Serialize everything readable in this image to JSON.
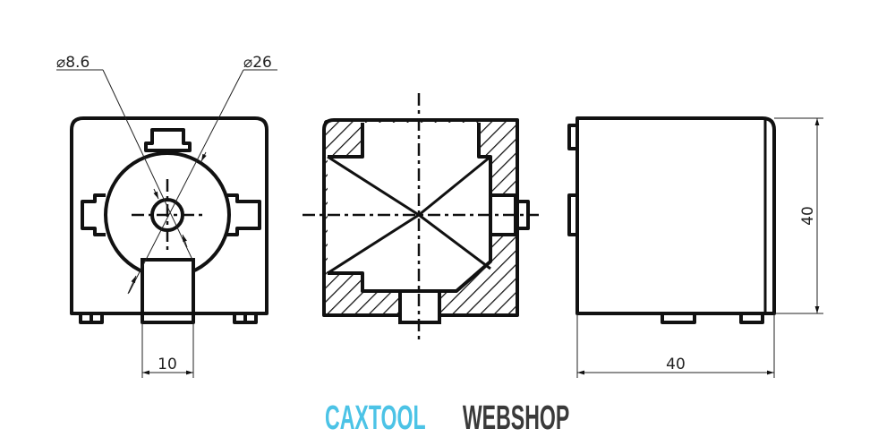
{
  "dimensions": {
    "hole_diameter": "⌀8.6",
    "bore_diameter": "⌀26",
    "slot_width": "10",
    "height": "40",
    "width": "40"
  },
  "logo": {
    "part1": "CAXTOOL",
    "part2": "WEBSHOP",
    "color1": "#4cc3e6",
    "color2": "#3a3a3a"
  }
}
